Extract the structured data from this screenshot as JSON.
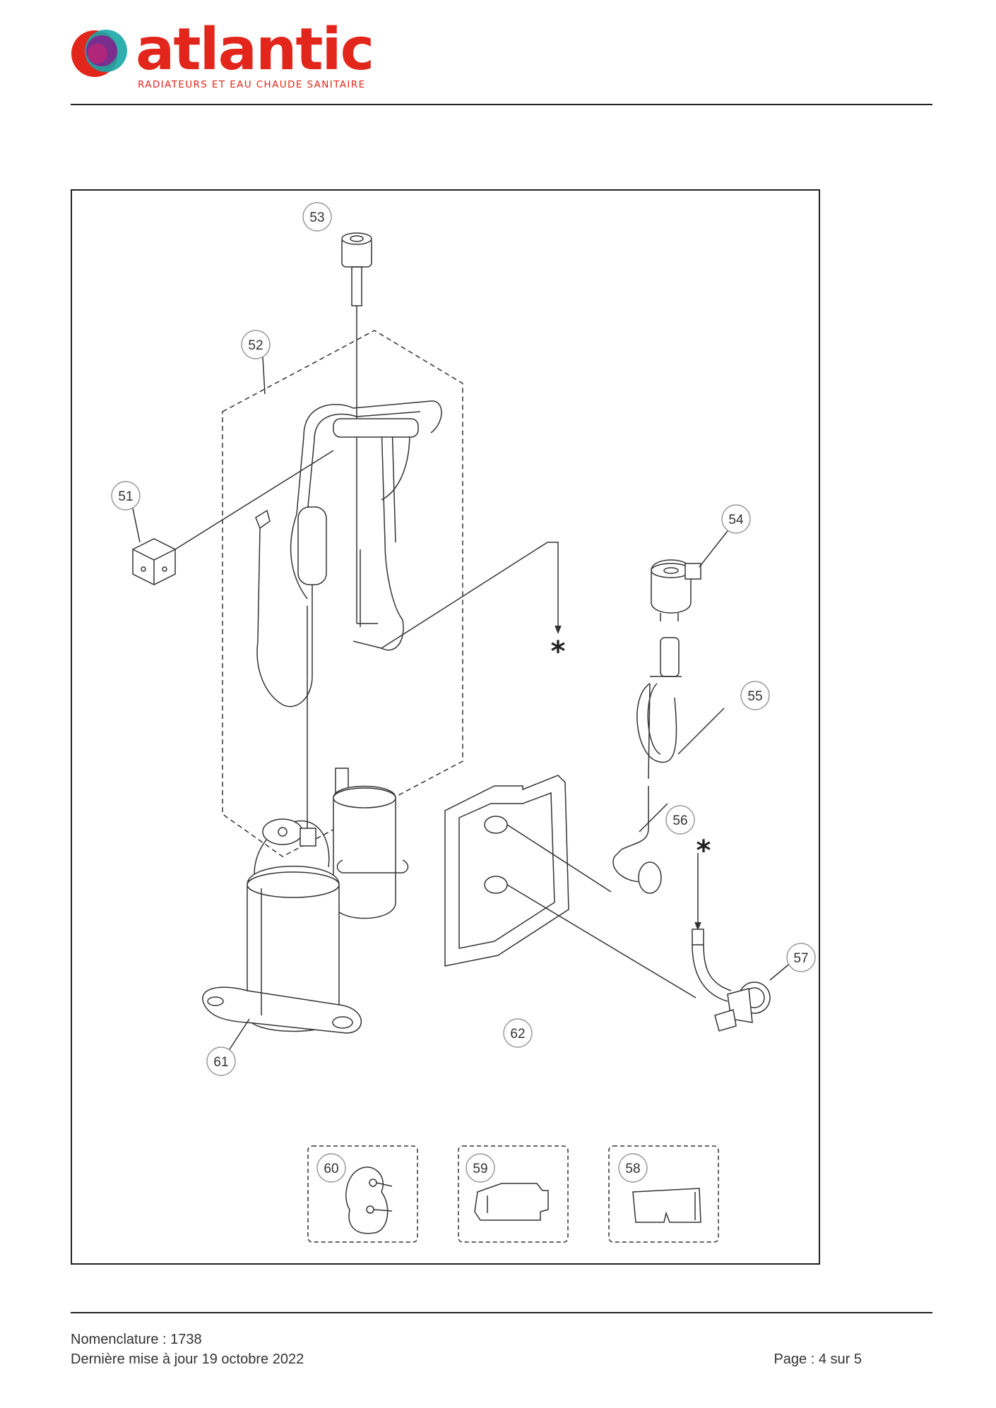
{
  "header": {
    "logo_word": "atlantic",
    "logo_tagline": "RADIATEURS ET EAU CHAUDE SANITAIRE",
    "brand_color": "#e2261c"
  },
  "diagram": {
    "callouts": [
      "53",
      "52",
      "51",
      "54",
      "55",
      "56",
      "57",
      "61",
      "62",
      "60",
      "59",
      "58"
    ],
    "star_symbol": "*"
  },
  "footer": {
    "nomenclature": "Nomenclature : 1738",
    "updated": "Dernière mise à jour 19 octobre 2022",
    "page": "Page : 4 sur 5"
  }
}
